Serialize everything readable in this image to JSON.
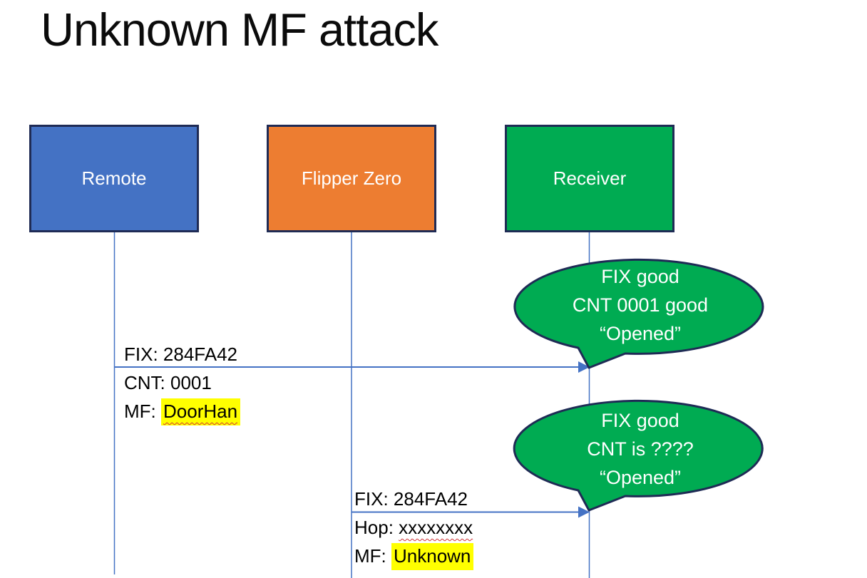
{
  "slide": {
    "title": "Unknown MF attack"
  },
  "actors": [
    {
      "label": "Remote"
    },
    {
      "label": "Flipper Zero"
    },
    {
      "label": "Receiver"
    }
  ],
  "messages": [
    {
      "line1": "FIX: 284FA42",
      "line2": "CNT: 0001",
      "line3_prefix": "MF: ",
      "line3_highlight": "DoorHan"
    },
    {
      "line1": "FIX: 284FA42",
      "line2_prefix": "Hop: ",
      "line2_underlined": "xxxxxxxx",
      "line3_prefix": "MF: ",
      "line3_highlight": "Unknown"
    }
  ],
  "bubbles": [
    {
      "lines": [
        "FIX good",
        "CNT 0001 good",
        "“Opened”"
      ]
    },
    {
      "lines": [
        "FIX good",
        "CNT is ????",
        "“Opened”"
      ]
    }
  ],
  "colors": {
    "actor_blue": "#4472C4",
    "actor_orange": "#ED7D31",
    "actor_green": "#00AB52",
    "outline_navy": "#1F2B55",
    "line_blue": "#4472C4",
    "highlight_yellow": "#FFFF00",
    "squiggle_red": "#D13438",
    "text_white": "#FFFFFF",
    "text_black": "#000000"
  }
}
